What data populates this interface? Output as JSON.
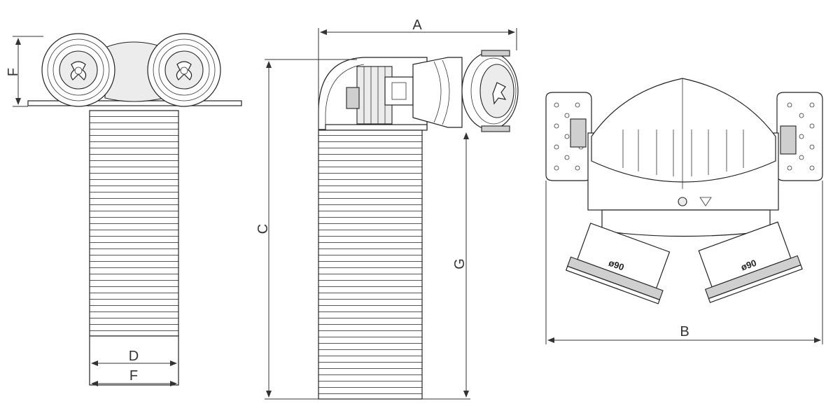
{
  "dimensions": {
    "A": "A",
    "B": "B",
    "C": "C",
    "D": "D",
    "F_left": "F",
    "F_bottom": "F",
    "G": "G"
  },
  "stamps": {
    "left_outlet": "ø90",
    "right_outlet": "ø90"
  }
}
